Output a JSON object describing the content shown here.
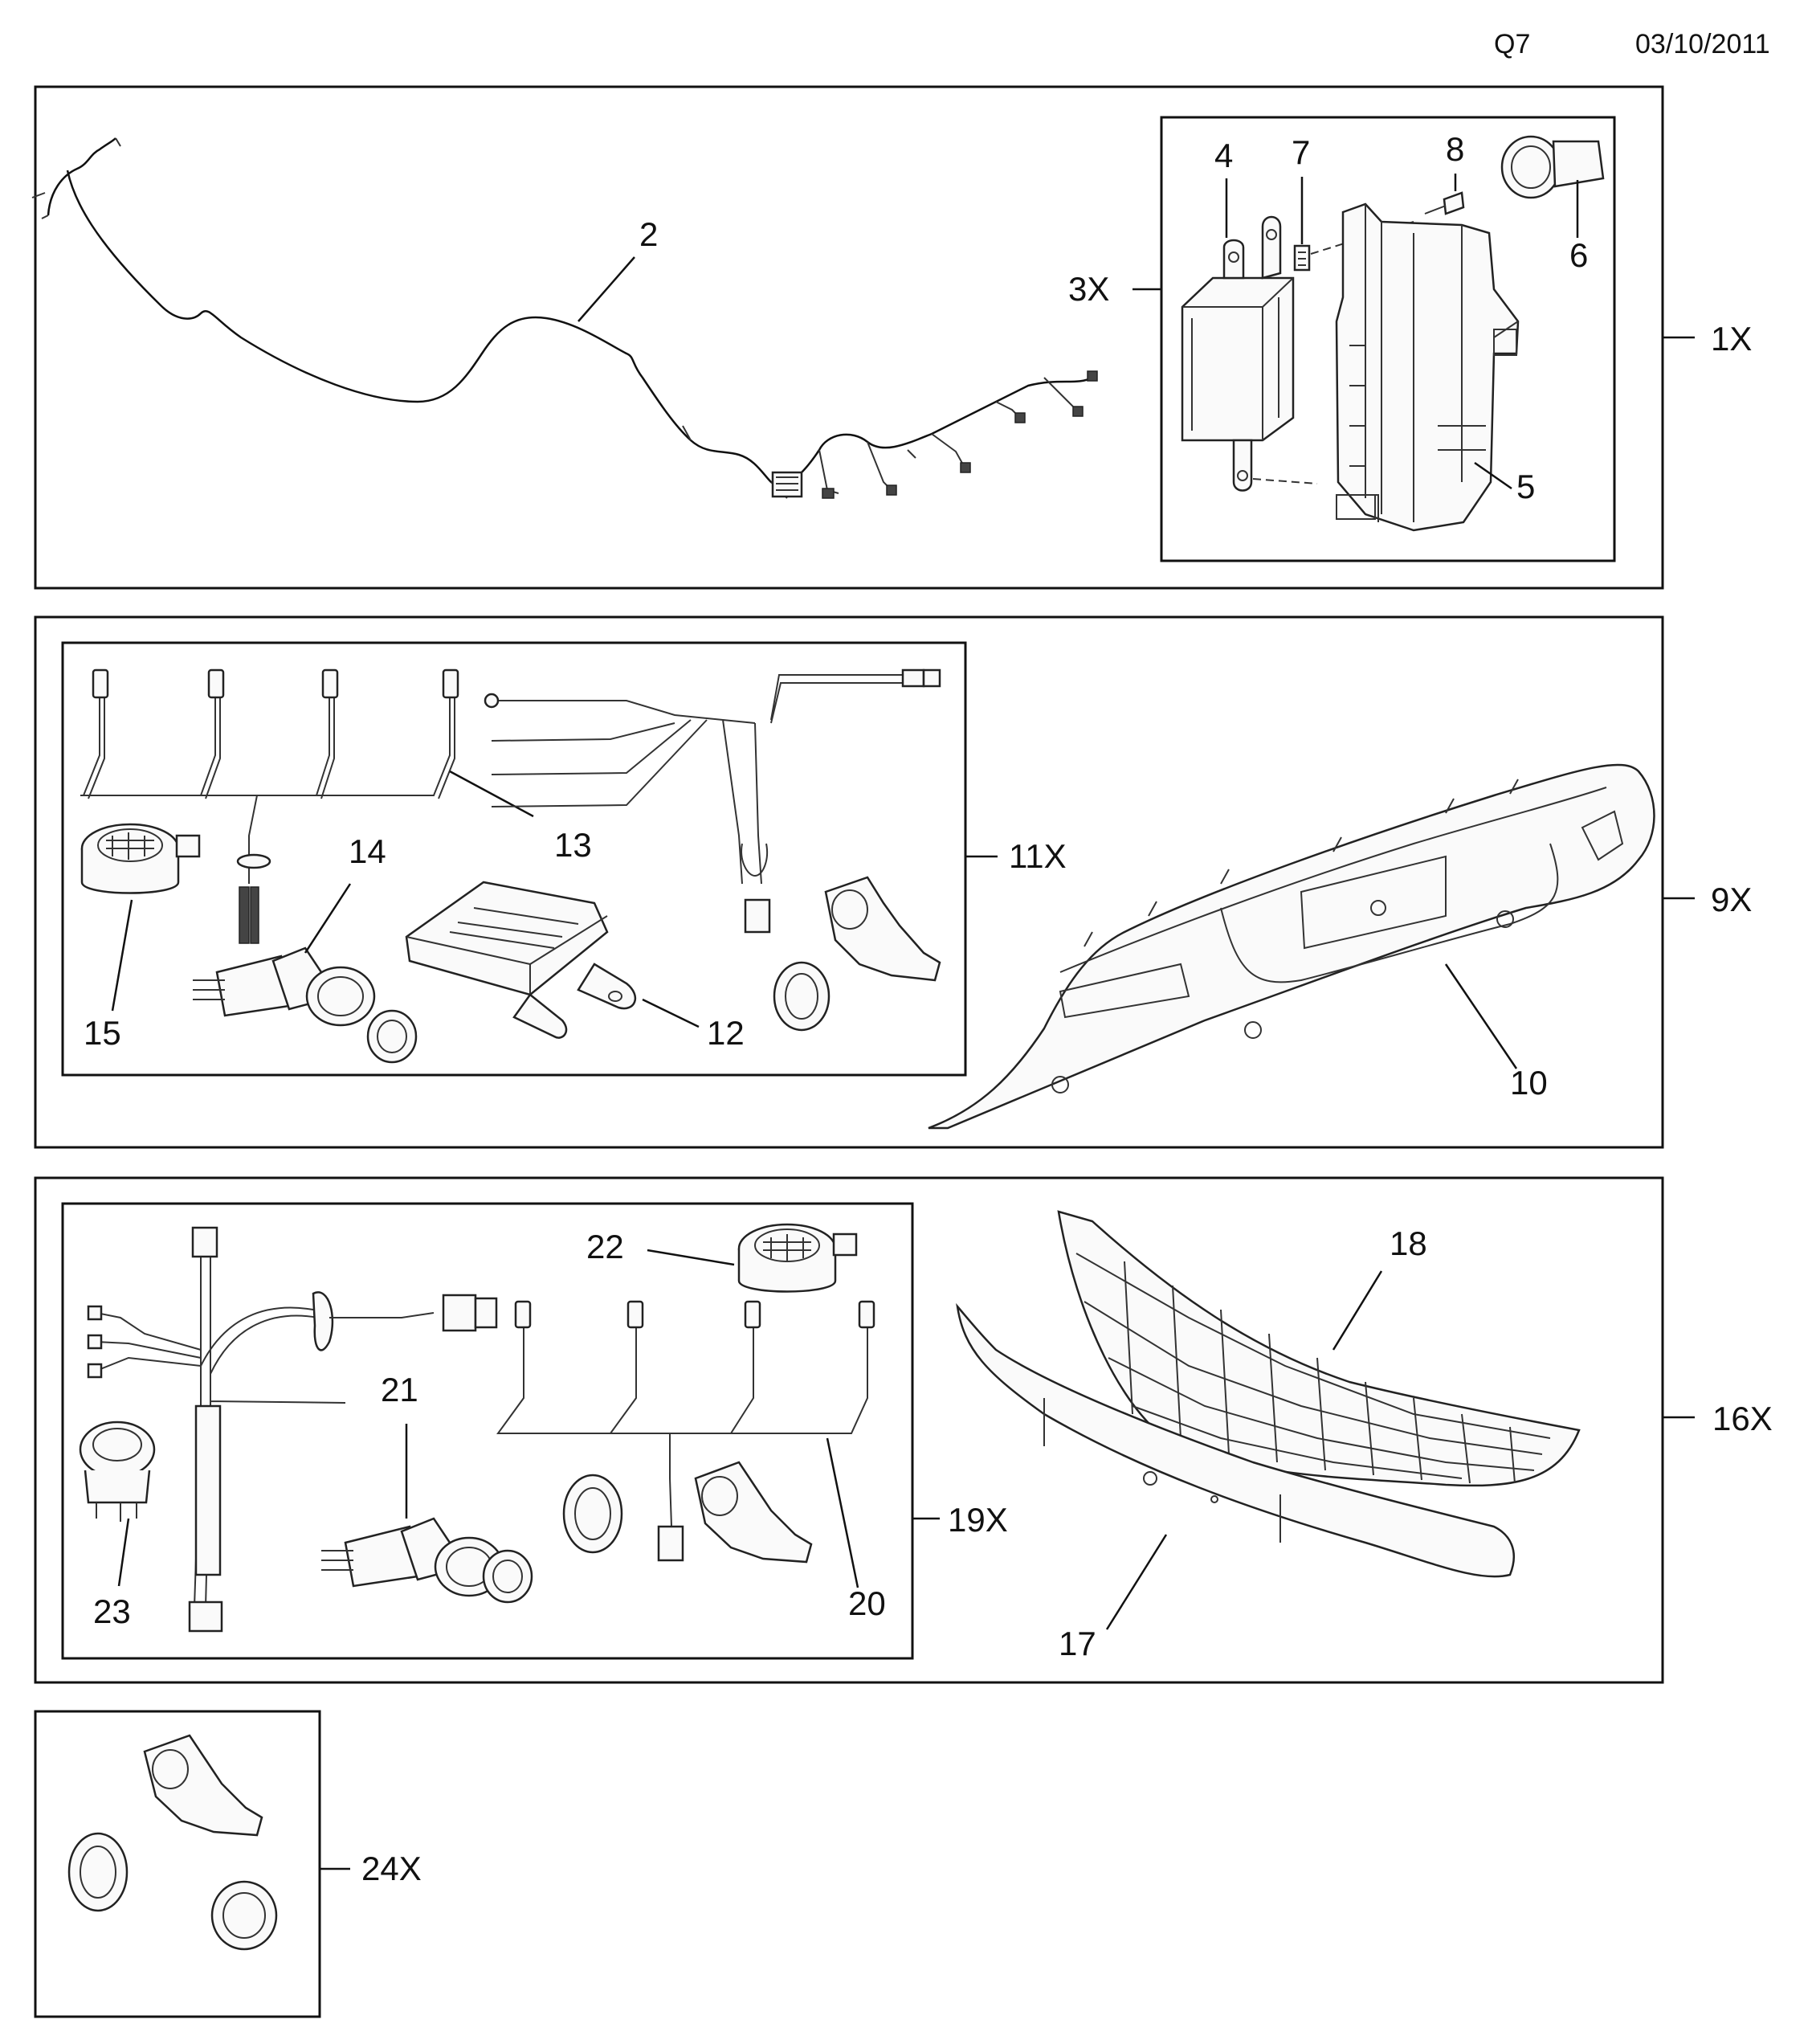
{
  "header": {
    "code": "Q7",
    "date": "03/10/2011"
  },
  "groups": {
    "g1": "1X",
    "g3": "3X",
    "g9": "9X",
    "g11": "11X",
    "g16": "16X",
    "g19": "19X",
    "g24": "24X"
  },
  "parts": {
    "p2": "2",
    "p4": "4",
    "p5": "5",
    "p6": "6",
    "p7": "7",
    "p8": "8",
    "p10": "10",
    "p12": "12",
    "p13": "13",
    "p14": "14",
    "p15": "15",
    "p17": "17",
    "p18": "18",
    "p20": "20",
    "p21": "21",
    "p22": "22",
    "p23": "23"
  }
}
